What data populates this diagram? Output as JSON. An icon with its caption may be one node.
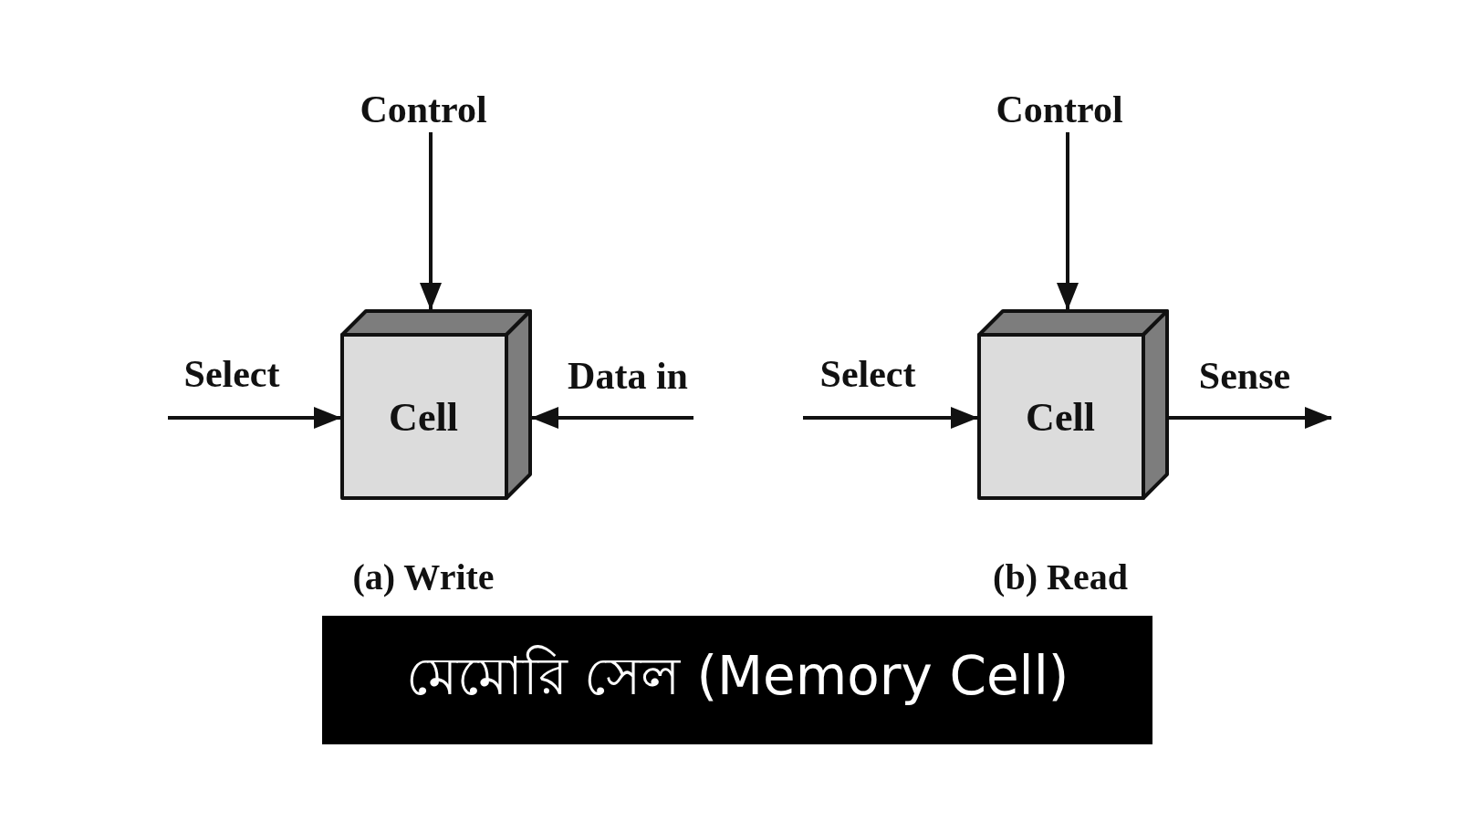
{
  "diagram": {
    "caption": "মেমোরি সেল (Memory Cell)",
    "nodes": [
      {
        "text": [
          "Control"
        ]
      },
      {
        "text": [
          "Cell"
        ],
        "beside": [
          "(a) Write"
        ]
      },
      {
        "text": [
          "Control"
        ]
      },
      {
        "text": [
          "Cell"
        ],
        "beside": [
          "(b) Read"
        ]
      }
    ],
    "edges": [
      {
        "from": 0,
        "to": 1,
        "arrow": "to"
      },
      {
        "from": null,
        "to": 1,
        "arrow": "to",
        "label": "Select"
      },
      {
        "from": null,
        "to": 1,
        "arrow": "to",
        "label": "Data in"
      },
      {
        "from": 2,
        "to": 3,
        "arrow": "to"
      },
      {
        "from": null,
        "to": 3,
        "arrow": "to",
        "label": "Select"
      },
      {
        "from": 3,
        "to": null,
        "arrow": "to",
        "label": "Sense"
      }
    ]
  }
}
